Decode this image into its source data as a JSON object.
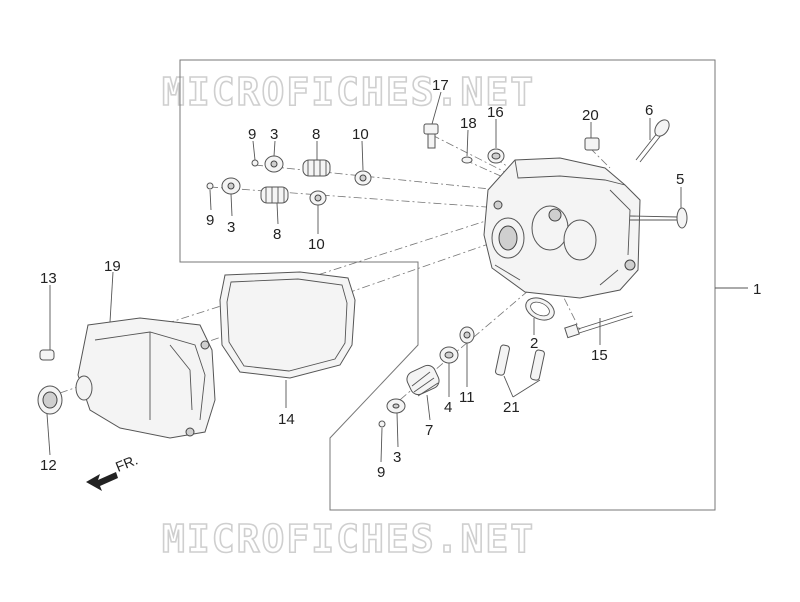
{
  "watermark": {
    "top": "MICROFICHES.NET",
    "bottom": "MICROFICHES.NET"
  },
  "direction_label": "FR.",
  "callouts": {
    "c1": "1",
    "c2": "2",
    "c3a": "3",
    "c3b": "3",
    "c3c": "3",
    "c4": "4",
    "c5": "5",
    "c6": "6",
    "c7": "7",
    "c8a": "8",
    "c8b": "8",
    "c9a": "9",
    "c9b": "9",
    "c9c": "9",
    "c10a": "10",
    "c10b": "10",
    "c11": "11",
    "c12": "12",
    "c13": "13",
    "c14": "14",
    "c15": "15",
    "c16": "16",
    "c17": "17",
    "c18": "18",
    "c19": "19",
    "c20": "20",
    "c21": "21"
  }
}
